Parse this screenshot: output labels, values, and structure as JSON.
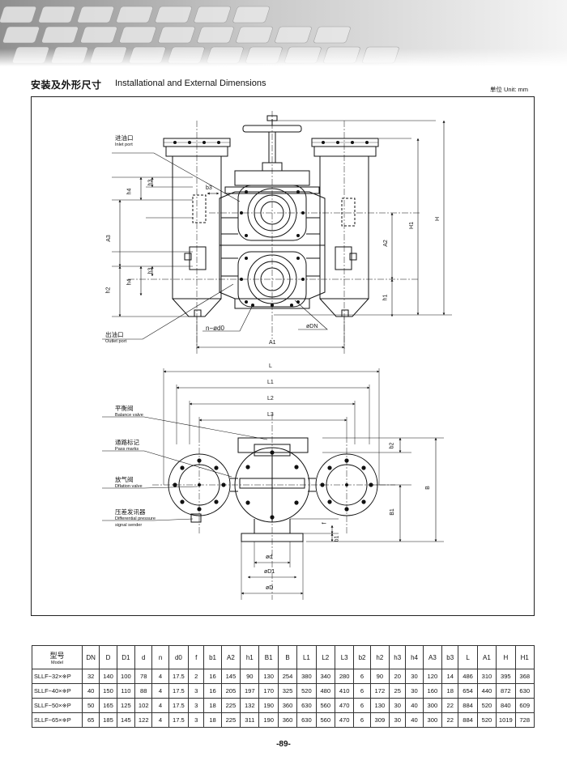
{
  "header": {
    "title_cn": "安装及外形尺寸",
    "title_en": "Installational and External Dimensions",
    "unit": "单位 Unit: mm"
  },
  "top_view": {
    "inlet_cn": "进油口",
    "inlet_en": "Inlet port",
    "outlet_cn": "出油口",
    "outlet_en": "Outlet port",
    "dims": {
      "h4a": "h4",
      "h3a": "h3",
      "b3": "b3",
      "A3": "A3",
      "h2": "h2",
      "h4b": "h4",
      "h3b": "h3",
      "H1": "H1",
      "H": "H",
      "A2": "A2",
      "h1": "h1",
      "nd0": "n−ød0",
      "DN": "øDN",
      "A1": "A1"
    }
  },
  "bottom_view": {
    "balance_cn": "平衡阀",
    "balance_en": "Balance valve",
    "pass_cn": "通路标记",
    "pass_en": "Pass marks",
    "deflation_cn": "放气阀",
    "deflation_en": "Dflation valve",
    "sender_cn": "压差发讯器",
    "sender_en1": "Differential pressure",
    "sender_en2": "signal sender",
    "dims": {
      "L": "L",
      "L1": "L1",
      "L2": "L2",
      "L3": "L3",
      "b2": "b2",
      "B": "B",
      "B1": "B1",
      "f": "f",
      "b1": "b1",
      "d": "ød",
      "D1": "øD1",
      "D": "øD"
    }
  },
  "table": {
    "model_cn": "型号",
    "model_en": "Model",
    "columns": [
      "DN",
      "D",
      "D1",
      "d",
      "n",
      "d0",
      "f",
      "b1",
      "A2",
      "h1",
      "B1",
      "B",
      "L1",
      "L2",
      "L3",
      "b2",
      "h2",
      "h3",
      "h4",
      "A3",
      "b3",
      "L",
      "A1",
      "H",
      "H1"
    ],
    "rows": [
      {
        "model": "SLLF−32×※P",
        "values": [
          "32",
          "140",
          "100",
          "78",
          "4",
          "17.5",
          "2",
          "16",
          "145",
          "90",
          "130",
          "254",
          "380",
          "340",
          "280",
          "6",
          "90",
          "20",
          "30",
          "120",
          "14",
          "486",
          "310",
          "395",
          "368"
        ]
      },
      {
        "model": "SLLF−40×※P",
        "values": [
          "40",
          "150",
          "110",
          "88",
          "4",
          "17.5",
          "3",
          "16",
          "205",
          "197",
          "170",
          "325",
          "520",
          "480",
          "410",
          "6",
          "172",
          "25",
          "30",
          "160",
          "18",
          "654",
          "440",
          "872",
          "630"
        ]
      },
      {
        "model": "SLLF−50×※P",
        "values": [
          "50",
          "165",
          "125",
          "102",
          "4",
          "17.5",
          "3",
          "18",
          "225",
          "132",
          "190",
          "360",
          "630",
          "560",
          "470",
          "6",
          "130",
          "30",
          "40",
          "300",
          "22",
          "884",
          "520",
          "840",
          "609"
        ]
      },
      {
        "model": "SLLF−65×※P",
        "values": [
          "65",
          "185",
          "145",
          "122",
          "4",
          "17.5",
          "3",
          "18",
          "225",
          "311",
          "190",
          "360",
          "630",
          "560",
          "470",
          "6",
          "309",
          "30",
          "40",
          "300",
          "22",
          "884",
          "520",
          "1019",
          "728"
        ]
      }
    ]
  },
  "page_number": "-89-"
}
